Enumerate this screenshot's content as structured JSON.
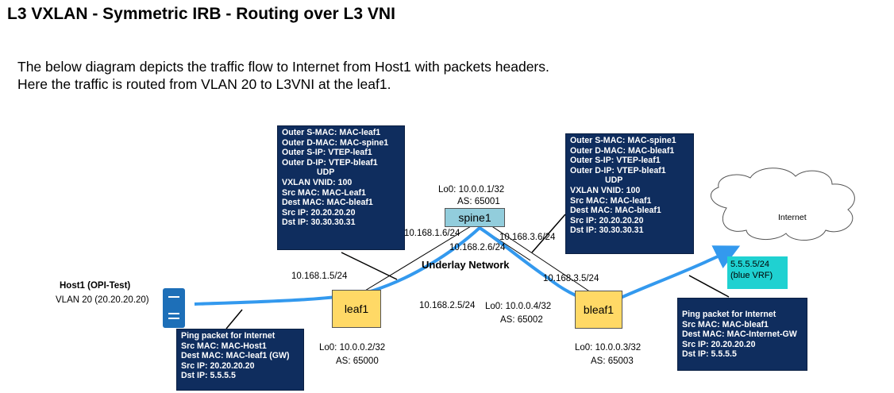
{
  "title": "L3 VXLAN - Symmetric IRB - Routing over L3 VNI",
  "intro": {
    "line1": "The below diagram depicts the traffic flow to Internet from Host1 with packets headers.",
    "line2": "Here the traffic is routed from VLAN 20 to L3VNI at the leaf1."
  },
  "nodes": {
    "spine1": {
      "name": "spine1",
      "lo": "Lo0: 10.0.0.1/32",
      "as": "AS: 65001"
    },
    "leaf1": {
      "name": "leaf1",
      "lo": "Lo0: 10.0.0.2/32",
      "as": "AS: 65000"
    },
    "bleaf1": {
      "name": "bleaf1",
      "lo": "Lo0: 10.0.0.3/32",
      "as": "AS: 65003"
    },
    "leaf2": {
      "lo": "Lo0: 10.0.0.4/32",
      "as": "AS: 65002"
    },
    "host1": {
      "name": "Host1 (OPI-Test)",
      "vlan": "VLAN 20 (20.20.20.20)"
    },
    "internet": {
      "name": "Internet"
    },
    "vrf": {
      "line1": "5.5.5.5/24",
      "line2": "(blue VRF)"
    }
  },
  "links": {
    "l1": "10.168.1.5/24",
    "l2": "10.168.1.6/24",
    "l3": "10.168.2.6/24",
    "l4": "10.168.2.5/24",
    "l5": "10.168.3.6/24",
    "l6": "10.168.3.5/24",
    "underlay": "Underlay Network"
  },
  "packets": {
    "vxlan_left": {
      "lines": [
        "Outer S-MAC: MAC-leaf1",
        "Outer D-MAC: MAC-spine1",
        "Outer S-IP: VTEP-leaf1",
        "Outer D-IP: VTEP-bleaf1",
        "UDP",
        "VXLAN VNID: 100",
        "Src MAC: MAC-Leaf1",
        "Dest MAC: MAC-bleaf1",
        "Src IP: 20.20.20.20",
        "Dst IP: 30.30.30.31"
      ]
    },
    "vxlan_right": {
      "lines": [
        "Outer S-MAC: MAC-spine1",
        "Outer D-MAC: MAC-bleaf1",
        "Outer S-IP: VTEP-leaf1",
        "Outer D-IP: VTEP-bleaf1",
        "UDP",
        "VXLAN VNID: 100",
        "Src MAC: MAC-leaf1",
        "Dest MAC: MAC-bleaf1",
        "Src IP: 20.20.20.20",
        "Dst IP: 30.30.30.31"
      ]
    },
    "host_ping": {
      "lines": [
        "Ping packet for Internet",
        "Src MAC: MAC-Host1",
        "Dest MAC: MAC-leaf1 (GW)",
        "Src IP: 20.20.20.20",
        "Dst IP: 5.5.5.5"
      ]
    },
    "bleaf_ping": {
      "lines": [
        "Ping packet for Internet",
        "Src MAC: MAC-bleaf1",
        "Dest MAC: MAC-Internet-GW",
        "Src IP: 20.20.20.20",
        "Dst IP: 5.5.5.5"
      ]
    }
  },
  "colors": {
    "packet_box": "#0f2d5e",
    "flow": "#3399ee",
    "leaf": "#ffd966",
    "spine": "#92cddc",
    "vrf": "#1fd1d1",
    "host": "#1d6fb8"
  }
}
